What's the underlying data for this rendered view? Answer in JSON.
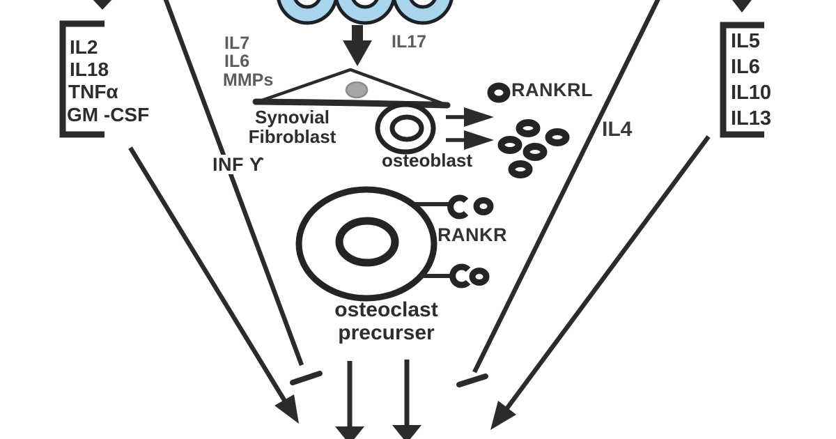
{
  "colors": {
    "line": "#2b2b2b",
    "cell_fill": "#a9d5ec",
    "cell_outline": "#1c2126",
    "nucleus_fill": "#a6a6a6",
    "gray_label": "#5c5c5c",
    "dark_text": "#2d2d2d"
  },
  "left_cytokines": [
    "IL2",
    "IL18",
    "TNFα",
    "GM -CSF"
  ],
  "right_cytokines": [
    "IL5",
    "IL6",
    "IL10",
    "IL13"
  ],
  "fibroblast_factors": [
    "IL7",
    "IL6",
    "MMPs"
  ],
  "labels": {
    "il17": "IL17",
    "inf_gamma": "INF ϒ",
    "il4": "IL4",
    "synovial_1": "Synovial",
    "synovial_2": "Fibroblast",
    "osteoblast": "osteoblast",
    "rankrl": "RANKRL",
    "rankr": "RANKR",
    "osteoclast_1": "osteoclast",
    "osteoclast_2": "precurser"
  }
}
